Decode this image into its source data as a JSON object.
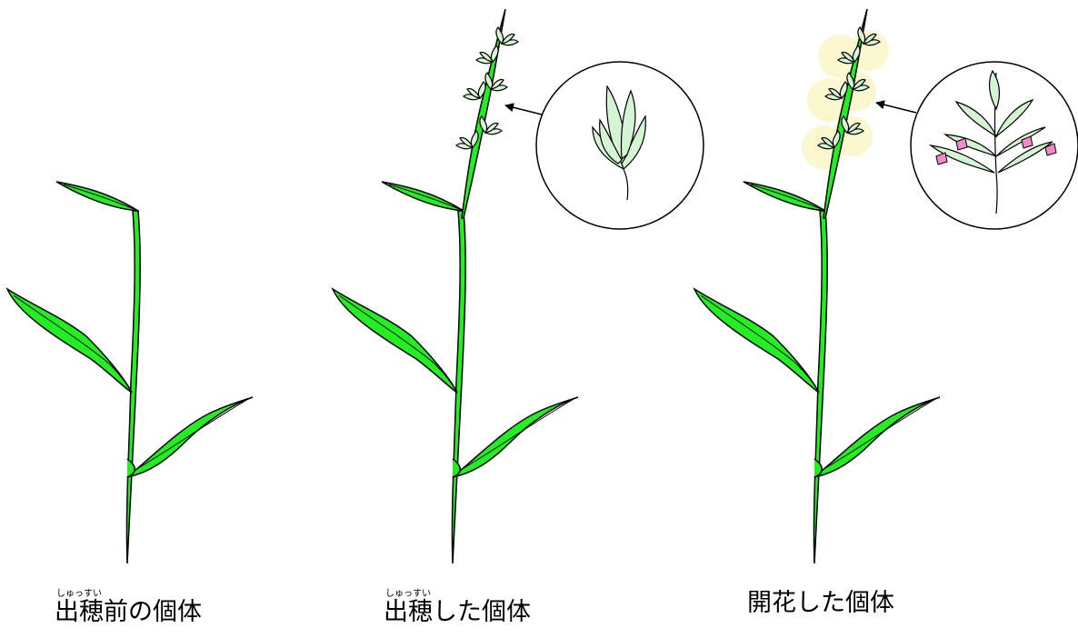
{
  "captions": {
    "before": {
      "ruby_base": "出穂",
      "ruby_text": "しゅっすい",
      "rest": "前の個体"
    },
    "headed": {
      "ruby_base": "出穂",
      "ruby_text": "しゅっすい",
      "rest": "した個体"
    },
    "flowered": {
      "text": "開花した個体"
    }
  },
  "colors": {
    "leaf": "#22ee22",
    "spikelet": "#d4f4d4",
    "flower": "#f08ac8",
    "pollen_glow": "#fbf7cf",
    "outline": "#000000"
  }
}
